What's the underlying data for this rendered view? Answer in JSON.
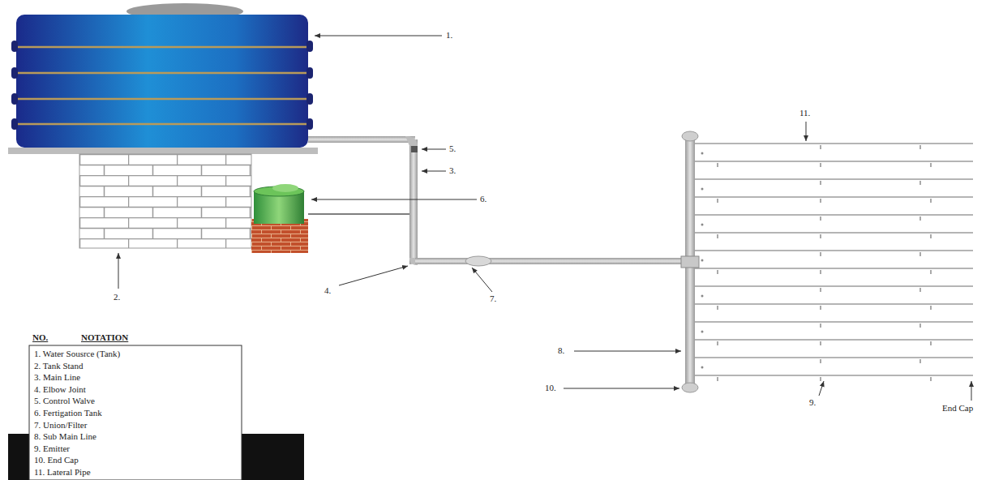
{
  "diagram": {
    "labels": [
      "1.",
      "5.",
      "3.",
      "6.",
      "4.",
      "7.",
      "2.",
      "11.",
      "8.",
      "10.",
      "9.",
      "End Cap",
      "NO.",
      "NOTATION",
      "1. Water Sousrce (Tank)",
      "2. Tank Stand",
      "3. Main Line",
      "4. Elbow Joint",
      "5. Control Walve",
      "6. Fertigation Tank",
      "7. Union/Filter",
      "8. Sub Main Line",
      "9. Emitter",
      "10. End Cap",
      "11. Lateral Pipe"
    ]
  }
}
